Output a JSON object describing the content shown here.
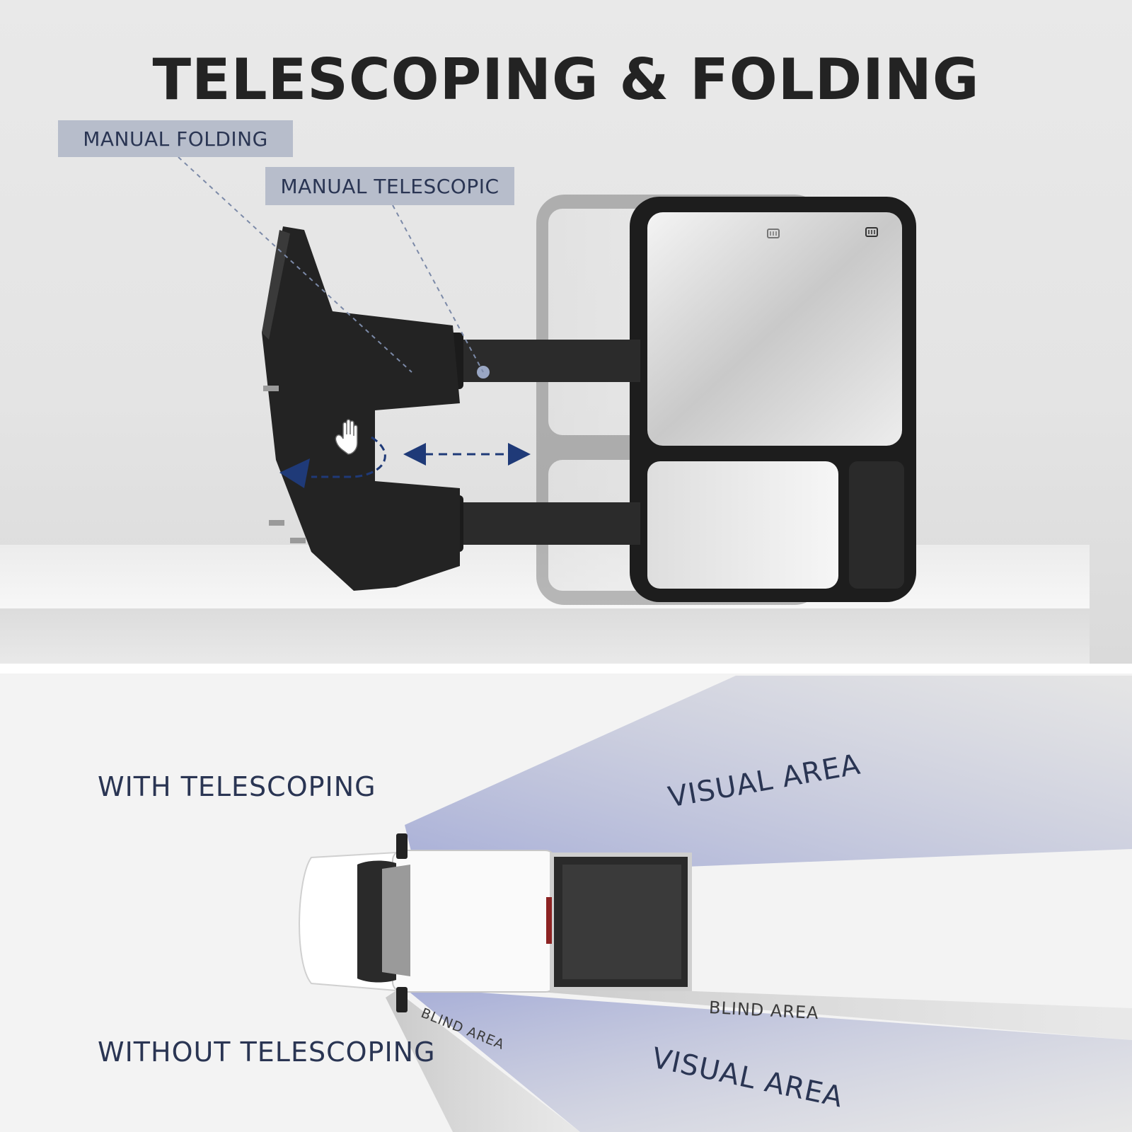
{
  "header": {
    "title": "TELESCOPING & FOLDING"
  },
  "callouts": {
    "manual_folding": "MANUAL FOLDING",
    "manual_telescopic": "MANUAL TELESCOPIC"
  },
  "diagram": {
    "with_telescoping": "WITH TELESCOPING",
    "without_telescoping": "WITHOUT TELESCOPING",
    "visual_area_top": "VISUAL AREA",
    "visual_area_bottom": "VISUAL AREA",
    "blind_area_right": "BLIND AREA",
    "blind_area_left": "BLIND AREA"
  },
  "colors": {
    "text_navy": "#2a3553",
    "callout_bg": "#b7bdcb",
    "arrow_navy": "#1f3a78",
    "visual_cone": "#aab0d6"
  },
  "icons": [
    "hand-icon",
    "defrost-icon",
    "double-arrow-icon",
    "fold-arrow-icon"
  ]
}
